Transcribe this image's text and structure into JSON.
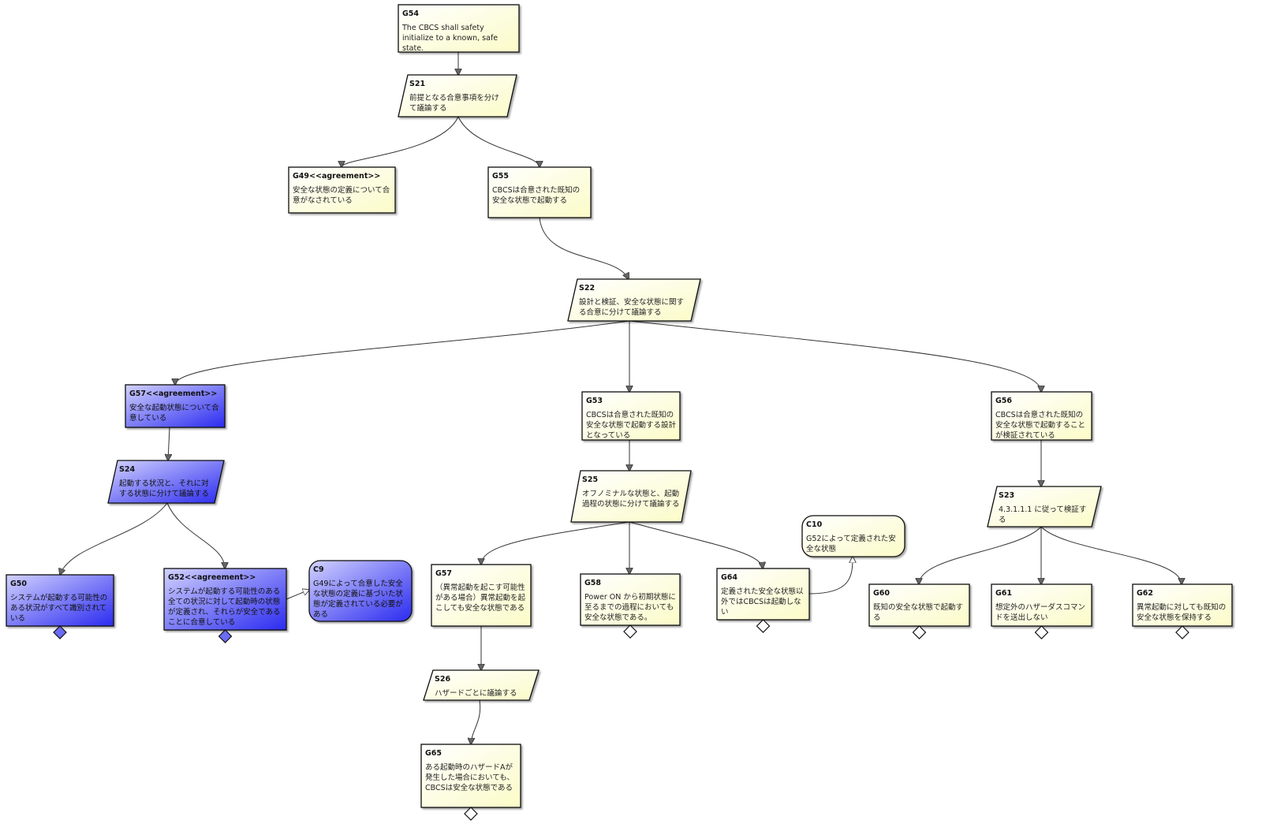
{
  "diagram": {
    "colors": {
      "yellow_fill": "#ffffe0",
      "blue_fill": "#4343f0",
      "blue_light": "#c9c9ff",
      "stroke": "#111111",
      "edge": "#333333"
    },
    "nodes": [
      {
        "key": "G54",
        "id": "G54",
        "kind": "goal",
        "theme": "yellow",
        "text": "The CBCS shall safety initialize to a known, safe state."
      },
      {
        "key": "S21",
        "id": "S21",
        "kind": "strategy",
        "theme": "yellow",
        "text": "前提となる合意事項を分けて議論する"
      },
      {
        "key": "G49",
        "id": "G49<<agreement>>",
        "kind": "goal",
        "theme": "yellow",
        "text": "安全な状態の定義について合意がなされている"
      },
      {
        "key": "G55",
        "id": "G55",
        "kind": "goal",
        "theme": "yellow",
        "text": "CBCSは合意された既知の安全な状態で起動する"
      },
      {
        "key": "S22",
        "id": "S22",
        "kind": "strategy",
        "theme": "yellow",
        "text": "設計と検証、安全な状態に関する合意に分けて議論する"
      },
      {
        "key": "G57a",
        "id": "G57<<agreement>>",
        "kind": "goal",
        "theme": "blue",
        "text": "安全な起動状態について合意している"
      },
      {
        "key": "G53",
        "id": "G53",
        "kind": "goal",
        "theme": "yellow",
        "text": "CBCSは合意された既知の安全な状態で起動する設計となっている"
      },
      {
        "key": "G56",
        "id": "G56",
        "kind": "goal",
        "theme": "yellow",
        "text": "CBCSは合意された既知の安全な状態で起動することが検証されている"
      },
      {
        "key": "S24",
        "id": "S24",
        "kind": "strategy",
        "theme": "blue",
        "text": "起動する状況と、それに対する状態に分けて議論する"
      },
      {
        "key": "S25",
        "id": "S25",
        "kind": "strategy",
        "theme": "yellow",
        "text": "オフノミナルな状態と、起動過程の状態に分けて議論する"
      },
      {
        "key": "S23",
        "id": "S23",
        "kind": "strategy",
        "theme": "yellow",
        "text": "4.3.1.1.1 に従って検証する"
      },
      {
        "key": "C10",
        "id": "C10",
        "kind": "context",
        "theme": "yellow",
        "text": "G52によって定義された安全な状態"
      },
      {
        "key": "G50",
        "id": "G50",
        "kind": "goal",
        "theme": "blue",
        "text": "システムが起動する可能性のある状況がすべて識別されている",
        "undeveloped": true
      },
      {
        "key": "G52",
        "id": "G52<<agreement>>",
        "kind": "goal",
        "theme": "blue",
        "text": "システムが起動する可能性のある全ての状況に対して起動時の状態が定義され、それらが安全であることに合意している",
        "undeveloped": true
      },
      {
        "key": "C9",
        "id": "C9",
        "kind": "context",
        "theme": "blue",
        "text": "G49によって合意した安全な状態の定義に基づいた状態が定義されている必要がある"
      },
      {
        "key": "G57b",
        "id": "G57",
        "kind": "goal",
        "theme": "yellow",
        "text": "（異常起動を起こす可能性がある場合）異常起動を起こしても安全な状態である"
      },
      {
        "key": "G58",
        "id": "G58",
        "kind": "goal",
        "theme": "yellow",
        "text": "Power ON から初期状態に至るまでの過程においても安全な状態である。",
        "undeveloped": true
      },
      {
        "key": "G64",
        "id": "G64",
        "kind": "goal",
        "theme": "yellow",
        "text": "定義された安全な状態以外ではCBCSは起動しない",
        "undeveloped": true
      },
      {
        "key": "G60",
        "id": "G60",
        "kind": "goal",
        "theme": "yellow",
        "text": "既知の安全な状態で起動する",
        "undeveloped": true
      },
      {
        "key": "G61",
        "id": "G61",
        "kind": "goal",
        "theme": "yellow",
        "text": "想定外のハザーダスコマンドを送出しない",
        "undeveloped": true
      },
      {
        "key": "G62",
        "id": "G62",
        "kind": "goal",
        "theme": "yellow",
        "text": "異常起動に対しても既知の安全な状態を保持する",
        "undeveloped": true
      },
      {
        "key": "S26",
        "id": "S26",
        "kind": "strategy",
        "theme": "yellow",
        "text": "ハザードごとに議論する"
      },
      {
        "key": "G65",
        "id": "G65",
        "kind": "goal",
        "theme": "yellow",
        "text": "ある起動時のハザードAが発生した場合においても、CBCSは安全な状態である",
        "undeveloped": true
      }
    ],
    "edges": [
      {
        "from": "G54",
        "to": "S21",
        "type": "supported"
      },
      {
        "from": "S21",
        "to": "G49",
        "type": "supported"
      },
      {
        "from": "S21",
        "to": "G55",
        "type": "supported"
      },
      {
        "from": "G55",
        "to": "S22",
        "type": "supported"
      },
      {
        "from": "S22",
        "to": "G57a",
        "type": "supported"
      },
      {
        "from": "S22",
        "to": "G53",
        "type": "supported"
      },
      {
        "from": "S22",
        "to": "G56",
        "type": "supported"
      },
      {
        "from": "G57a",
        "to": "S24",
        "type": "supported"
      },
      {
        "from": "S24",
        "to": "G50",
        "type": "supported"
      },
      {
        "from": "S24",
        "to": "G52",
        "type": "supported"
      },
      {
        "from": "G52",
        "to": "C9",
        "type": "context"
      },
      {
        "from": "G53",
        "to": "S25",
        "type": "supported"
      },
      {
        "from": "S25",
        "to": "G57b",
        "type": "supported"
      },
      {
        "from": "S25",
        "to": "G58",
        "type": "supported"
      },
      {
        "from": "S25",
        "to": "G64",
        "type": "supported"
      },
      {
        "from": "G64",
        "to": "C10",
        "type": "context"
      },
      {
        "from": "G57b",
        "to": "S26",
        "type": "supported"
      },
      {
        "from": "S26",
        "to": "G65",
        "type": "supported"
      },
      {
        "from": "G56",
        "to": "S23",
        "type": "supported"
      },
      {
        "from": "S23",
        "to": "G60",
        "type": "supported"
      },
      {
        "from": "S23",
        "to": "G61",
        "type": "supported"
      },
      {
        "from": "S23",
        "to": "G62",
        "type": "supported"
      }
    ]
  }
}
